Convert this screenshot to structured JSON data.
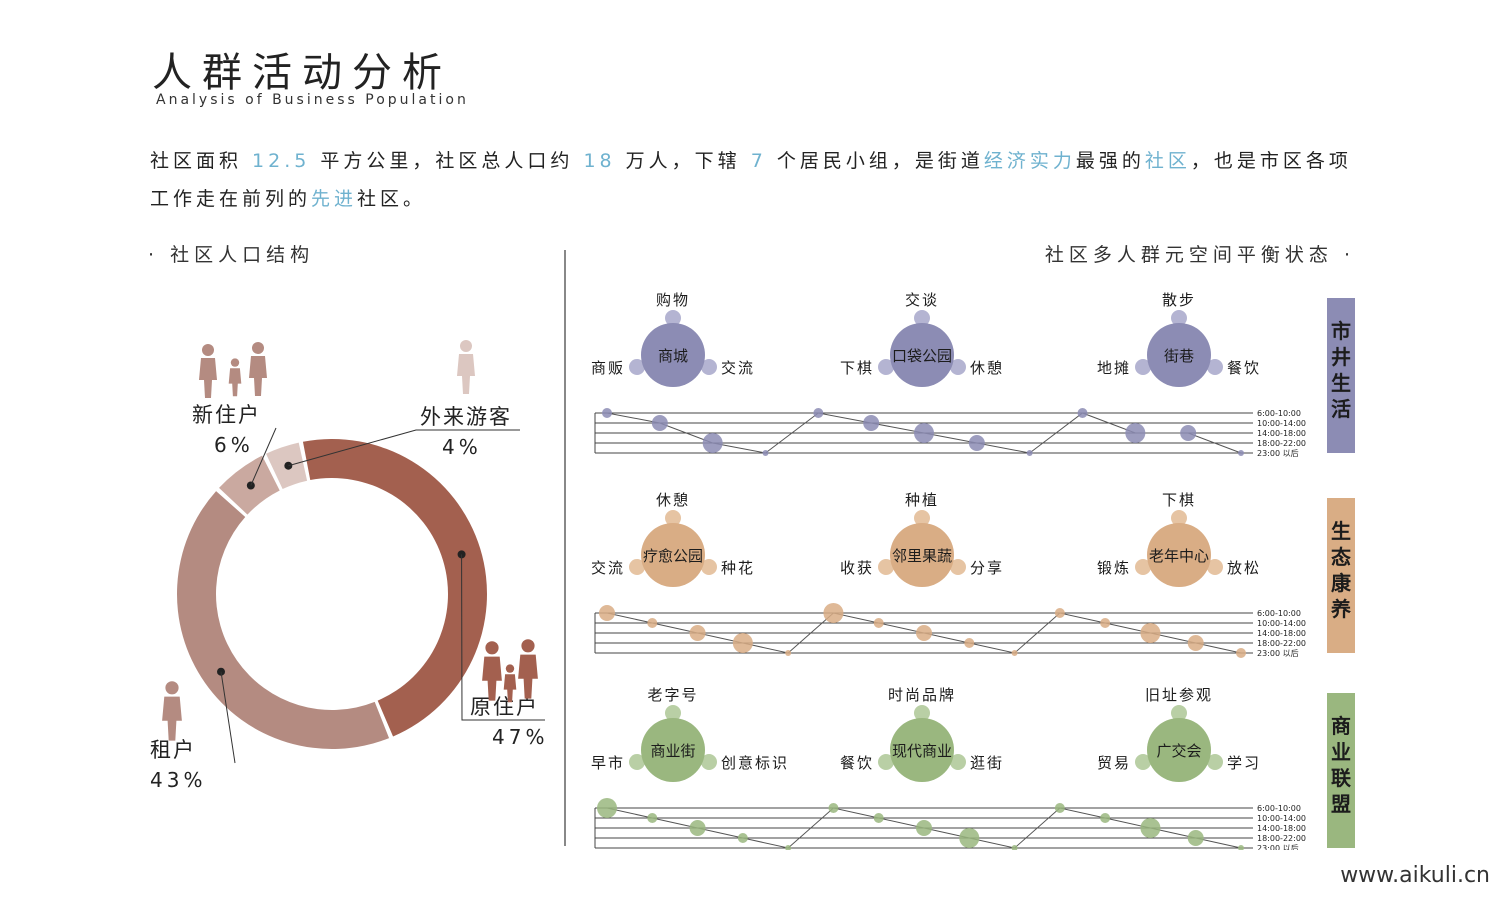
{
  "page": {
    "title": "人群活动分析",
    "subtitle": "Analysis of Business Population",
    "intro": [
      {
        "t": "社区面积 ",
        "h": false
      },
      {
        "t": "12.5",
        "h": true
      },
      {
        "t": " 平方公里，社区总人口约 ",
        "h": false
      },
      {
        "t": "18",
        "h": true
      },
      {
        "t": " 万人，下辖 ",
        "h": false
      },
      {
        "t": "7",
        "h": true
      },
      {
        "t": " 个居民小组，是街道",
        "h": false
      },
      {
        "t": "经济实力",
        "h": true
      },
      {
        "t": "最强的",
        "h": false
      },
      {
        "t": "社区",
        "h": true
      },
      {
        "t": "，也是市区各项工作走在前列的",
        "h": false
      },
      {
        "t": "先进",
        "h": true
      },
      {
        "t": "社区。",
        "h": false
      }
    ],
    "left_section_title": "· 社区人口结构",
    "right_section_title": "社区多人群元空间平衡状态 ·",
    "footer_url": "www.aikuli.cn"
  },
  "chart_data": [
    {
      "type": "pie",
      "title": "社区人口结构",
      "slices": [
        {
          "label": "原住户",
          "value": 47,
          "value_label": "47%",
          "color": "#a3604f"
        },
        {
          "label": "租户",
          "value": 43,
          "value_label": "43%",
          "color": "#b48b81"
        },
        {
          "label": "新住户",
          "value": 6,
          "value_label": "6%",
          "color": "#caa9a0"
        },
        {
          "label": "外来游客",
          "value": 4,
          "value_label": "4%",
          "color": "#dcc7c1"
        }
      ]
    },
    {
      "type": "diagram",
      "title": "社区多人群元空间平衡状态",
      "time_slots": [
        "6:00-10:00",
        "10:00-14:00",
        "14:00-18:00",
        "18:00-22:00",
        "23:00 以后"
      ],
      "rows": [
        {
          "category": "市井生活",
          "color": "#8c8cb4",
          "light_color": "#b4b4d2",
          "nodes": [
            {
              "center": "商城",
              "top": "购物",
              "left": "商贩",
              "right": "交流"
            },
            {
              "center": "口袋公园",
              "top": "交谈",
              "left": "下棋",
              "right": "休憩"
            },
            {
              "center": "街巷",
              "top": "散步",
              "left": "地摊",
              "right": "餐饮"
            }
          ],
          "timeline": [
            {
              "slot": 0,
              "size": "s"
            },
            {
              "slot": 1,
              "size": "m"
            },
            {
              "slot": 3,
              "size": "l"
            },
            {
              "slot": 4,
              "size": "xs"
            },
            {
              "slot": 0,
              "size": "s"
            },
            {
              "slot": 1,
              "size": "m"
            },
            {
              "slot": 2,
              "size": "l"
            },
            {
              "slot": 3,
              "size": "m"
            },
            {
              "slot": 4,
              "size": "xs"
            },
            {
              "slot": 0,
              "size": "s"
            },
            {
              "slot": 2,
              "size": "l"
            },
            {
              "slot": 2,
              "size": "m"
            },
            {
              "slot": 4,
              "size": "xs"
            }
          ]
        },
        {
          "category": "生态康养",
          "color": "#d9ad85",
          "light_color": "#e6c4a3",
          "nodes": [
            {
              "center": "疗愈公园",
              "top": "休憩",
              "left": "交流",
              "right": "种花"
            },
            {
              "center": "邻里果蔬",
              "top": "种植",
              "left": "收获",
              "right": "分享"
            },
            {
              "center": "老年中心",
              "top": "下棋",
              "left": "锻炼",
              "right": "放松"
            }
          ],
          "timeline": [
            {
              "slot": 0,
              "size": "m"
            },
            {
              "slot": 1,
              "size": "s"
            },
            {
              "slot": 2,
              "size": "m"
            },
            {
              "slot": 3,
              "size": "l"
            },
            {
              "slot": 4,
              "size": "xs"
            },
            {
              "slot": 0,
              "size": "l"
            },
            {
              "slot": 1,
              "size": "s"
            },
            {
              "slot": 2,
              "size": "m"
            },
            {
              "slot": 3,
              "size": "s"
            },
            {
              "slot": 4,
              "size": "xs"
            },
            {
              "slot": 0,
              "size": "s"
            },
            {
              "slot": 1,
              "size": "s"
            },
            {
              "slot": 2,
              "size": "l"
            },
            {
              "slot": 3,
              "size": "m"
            },
            {
              "slot": 4,
              "size": "s"
            }
          ]
        },
        {
          "category": "商业联盟",
          "color": "#9ab77f",
          "light_color": "#b9cfa5",
          "nodes": [
            {
              "center": "商业街",
              "top": "老字号",
              "left": "早市",
              "right": "创意标识"
            },
            {
              "center": "现代商业",
              "top": "时尚品牌",
              "left": "餐饮",
              "right": "逛街"
            },
            {
              "center": "广交会",
              "top": "旧址参观",
              "left": "贸易",
              "right": "学习"
            }
          ],
          "timeline": [
            {
              "slot": 0,
              "size": "l"
            },
            {
              "slot": 1,
              "size": "s"
            },
            {
              "slot": 2,
              "size": "m"
            },
            {
              "slot": 3,
              "size": "s"
            },
            {
              "slot": 4,
              "size": "xs"
            },
            {
              "slot": 0,
              "size": "s"
            },
            {
              "slot": 1,
              "size": "s"
            },
            {
              "slot": 2,
              "size": "m"
            },
            {
              "slot": 3,
              "size": "l"
            },
            {
              "slot": 4,
              "size": "xs"
            },
            {
              "slot": 0,
              "size": "s"
            },
            {
              "slot": 1,
              "size": "s"
            },
            {
              "slot": 2,
              "size": "l"
            },
            {
              "slot": 3,
              "size": "m"
            },
            {
              "slot": 4,
              "size": "xs"
            }
          ]
        }
      ]
    }
  ]
}
